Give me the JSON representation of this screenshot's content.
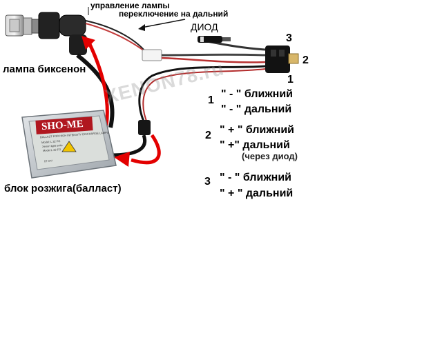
{
  "labels": {
    "lamp_control": "управление лампы",
    "high_beam_switch": "переключение на дальний",
    "diode": "диод",
    "lamp": "лампа биксенон",
    "ballast": "блок розжига(балласт)"
  },
  "connector": {
    "pins": [
      "3",
      "2",
      "1"
    ]
  },
  "ballast_label": {
    "brand": "SHO-ME",
    "subtitle": "BALLAST FOR HIGH INTENSITY DISCHARGE LAMPS",
    "lines": [
      "Model: L 32 FG",
      "Xenon light units",
      "Model L 32 FG"
    ],
    "serial": "07 077"
  },
  "watermark": "XENON78.ru",
  "pinout": [
    {
      "num": "1",
      "lines": [
        "\" - \" ближний",
        "\" - \" дальний"
      ],
      "note": ""
    },
    {
      "num": "2",
      "lines": [
        "\" + \" ближний",
        "\" +\"  дальний"
      ],
      "note": "(через диод)"
    },
    {
      "num": "3",
      "lines": [
        "\" - \" ближний",
        "\" + \" дальний"
      ],
      "note": ""
    }
  ],
  "colors": {
    "arrow": "#e30000",
    "ballast_body": "#c8cdd2",
    "ballast_label": "#dadedb",
    "brand_bg": "#b0171f",
    "connector": "#111111"
  }
}
